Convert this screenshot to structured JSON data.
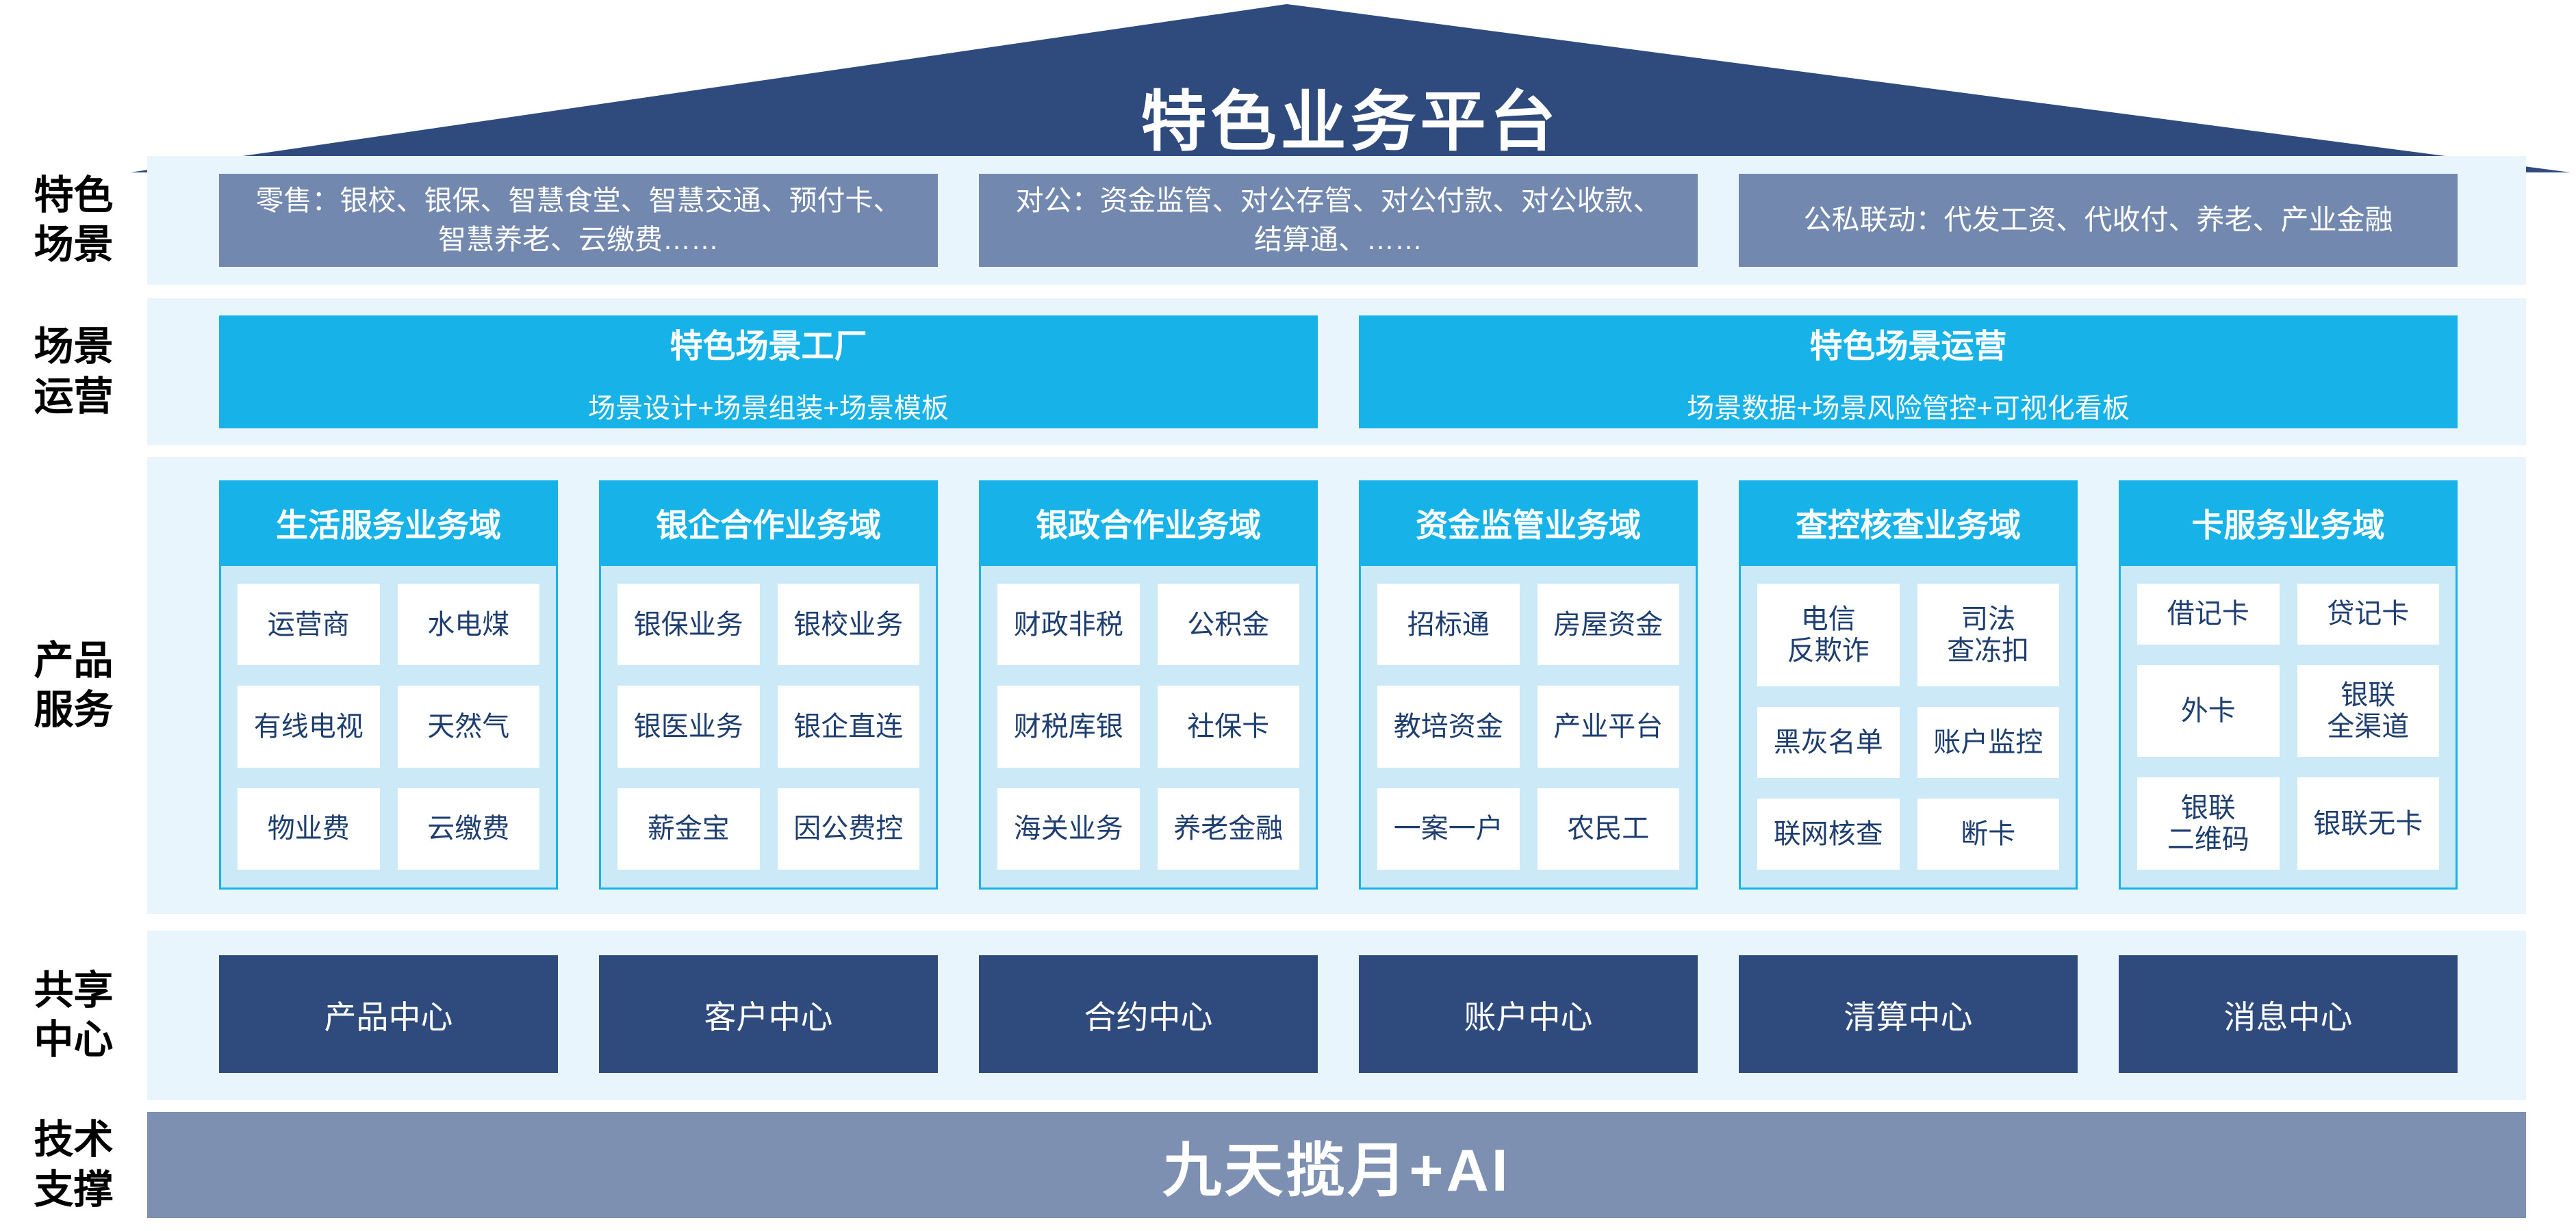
{
  "colors": {
    "navy": "#2F4B7D",
    "slate_box": "#7288AE",
    "tech_bar": "#7D90B1",
    "cyan": "#17B2E8",
    "band_bg": "#E8F5FD",
    "card_body": "#CCE9F8",
    "cell_text": "#1F3E70"
  },
  "roof": {
    "title": "特色业务平台"
  },
  "scene": {
    "label": "特色\n场景",
    "boxes": [
      "零售：银校、银保、智慧食堂、智慧交通、预付卡、智慧养老、云缴费……",
      "对公：资金监管、对公存管、对公付款、对公收款、结算通、……",
      "公私联动：代发工资、代收付、养老、产业金融"
    ]
  },
  "operation": {
    "label": "场景\n运营",
    "boxes": [
      {
        "title": "特色场景工厂",
        "subtitle": "场景设计+场景组装+场景模板"
      },
      {
        "title": "特色场景运营",
        "subtitle": "场景数据+场景风险管控+可视化看板"
      }
    ]
  },
  "products": {
    "label": "产品\n服务",
    "columns": [
      {
        "header": "生活服务业务域",
        "cells": [
          "运营商",
          "水电煤",
          "有线电视",
          "天然气",
          "物业费",
          "云缴费"
        ]
      },
      {
        "header": "银企合作业务域",
        "cells": [
          "银保业务",
          "银校业务",
          "银医业务",
          "银企直连",
          "薪金宝",
          "因公费控"
        ]
      },
      {
        "header": "银政合作业务域",
        "cells": [
          "财政非税",
          "公积金",
          "财税库银",
          "社保卡",
          "海关业务",
          "养老金融"
        ]
      },
      {
        "header": "资金监管业务域",
        "cells": [
          "招标通",
          "房屋资金",
          "教培资金",
          "产业平台",
          "一案一户",
          "农民工"
        ]
      },
      {
        "header": "查控核查业务域",
        "cells": [
          "电信\n反欺诈",
          "司法\n查冻扣",
          "黑灰名单",
          "账户监控",
          "联网核查",
          "断卡"
        ]
      },
      {
        "header": "卡服务业务域",
        "cells": [
          "借记卡",
          "贷记卡",
          "外卡",
          "银联\n全渠道",
          "银联\n二维码",
          "银联无卡"
        ]
      }
    ]
  },
  "shared": {
    "label": "共享\n中心",
    "boxes": [
      "产品中心",
      "客户中心",
      "合约中心",
      "账户中心",
      "清算中心",
      "消息中心"
    ]
  },
  "tech": {
    "label": "技术\n支撑",
    "bar": "九天揽月+AI"
  }
}
